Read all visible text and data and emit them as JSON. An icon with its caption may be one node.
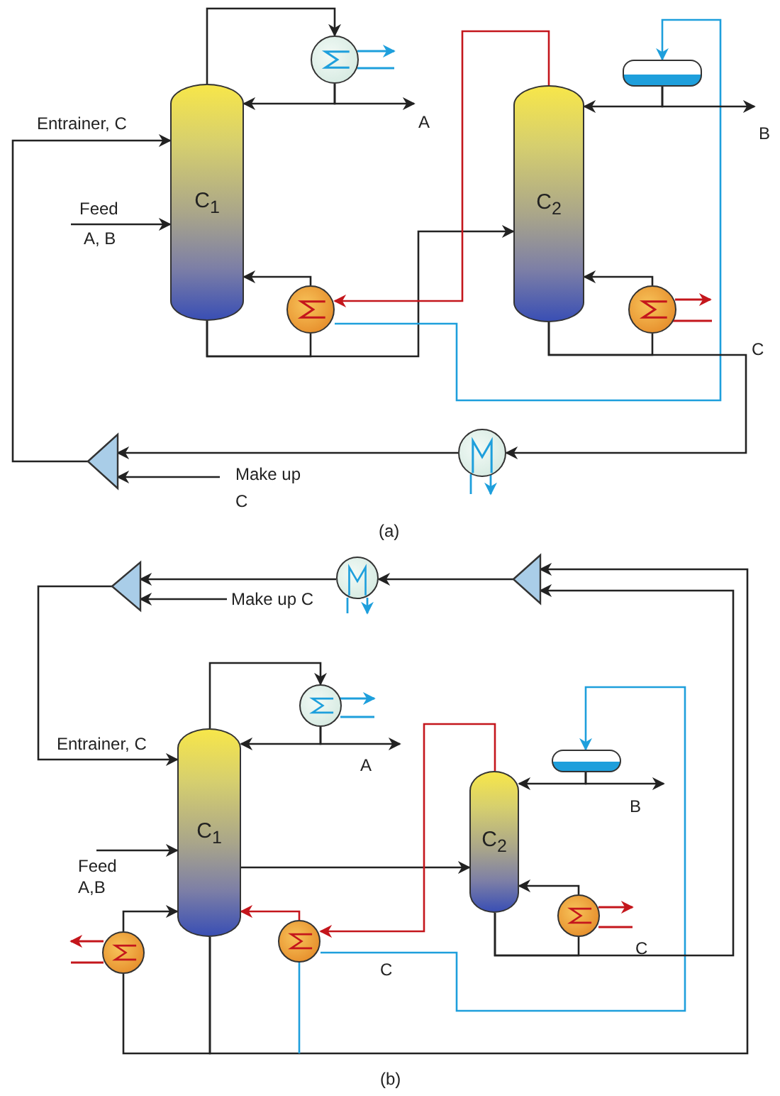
{
  "diagram": {
    "nodes": [
      {
        "text": [
          "C$_{1}$"
        ]
      },
      {
        "text": [],
        "shape": "circle"
      },
      {
        "text": [],
        "shape": "circle"
      },
      {
        "text": [
          "C$_{2}$"
        ]
      },
      {
        "text": [],
        "shape": "drum"
      },
      {
        "text": [],
        "shape": "circle"
      },
      {
        "text": [],
        "shape": "circle"
      },
      {
        "text": [],
        "shape": "triangle"
      },
      {
        "text": [],
        "shape": "triangle"
      },
      {
        "text": [],
        "shape": "circle"
      },
      {
        "text": [],
        "shape": "triangle"
      },
      {
        "text": [
          "C$_{1}$"
        ]
      },
      {
        "text": [],
        "shape": "circle"
      },
      {
        "text": [
          "C$_{2}$"
        ]
      },
      {
        "text": [],
        "shape": "drum"
      },
      {
        "text": [],
        "shape": "circle"
      },
      {
        "text": [],
        "shape": "circle"
      },
      {
        "text": [],
        "shape": "circle"
      },
      {
        "text": [
          "A"
        ]
      },
      {
        "text": [
          "B"
        ]
      },
      {
        "text": [
          "Feed",
          "A, B"
        ]
      },
      {
        "text": [
          "Make up",
          "C"
        ]
      },
      {
        "text": [
          "Make up C"
        ]
      },
      {
        "text": [
          "A"
        ]
      },
      {
        "text": [
          "B"
        ]
      },
      {
        "text": [
          "Feed",
          "A,B"
        ]
      }
    ],
    "edges": [
      {
        "from": 0,
        "to": 1,
        "arrow": "to"
      },
      {
        "from": 1,
        "to": 0,
        "arrow": "to"
      },
      {
        "from": 1,
        "to": 18,
        "arrow": "to"
      },
      {
        "from": 7,
        "to": 0,
        "arrow": "to"
      },
      {
        "from": 20,
        "to": 0,
        "arrow": "to"
      },
      {
        "from": 0,
        "to": 2,
        "arrow": "none"
      },
      {
        "from": 2,
        "to": 0,
        "arrow": "to"
      },
      {
        "from": 0,
        "to": 3,
        "arrow": "to"
      },
      {
        "from": 3,
        "to": 2,
        "arrow": "to",
        "color": "#c4161c"
      },
      {
        "from": 2,
        "to": 4,
        "arrow": "to",
        "color": "#1e9fdc"
      },
      {
        "from": 4,
        "to": 3,
        "arrow": "to"
      },
      {
        "from": 4,
        "to": 19,
        "arrow": "to"
      },
      {
        "from": 3,
        "to": 5,
        "arrow": "none"
      },
      {
        "from": 5,
        "to": 3,
        "arrow": "to"
      },
      {
        "from": 3,
        "to": 6,
        "arrow": "to"
      },
      {
        "from": 6,
        "to": 7,
        "arrow": "to"
      },
      {
        "from": 21,
        "to": 7,
        "arrow": "to"
      },
      {
        "from": 10,
        "to": 9,
        "arrow": "to"
      },
      {
        "from": 9,
        "to": 8,
        "arrow": "to"
      },
      {
        "from": 22,
        "to": 8,
        "arrow": "to"
      },
      {
        "from": 8,
        "to": 11,
        "arrow": "to"
      },
      {
        "from": 11,
        "to": 12,
        "arrow": "to"
      },
      {
        "from": 12,
        "to": 11,
        "arrow": "to"
      },
      {
        "from": 12,
        "to": 23,
        "arrow": "to"
      },
      {
        "from": 25,
        "to": 11,
        "arrow": "to"
      },
      {
        "from": 11,
        "to": 13,
        "arrow": "to"
      },
      {
        "from": 13,
        "to": 16,
        "arrow": "to",
        "color": "#c4161c"
      },
      {
        "from": 16,
        "to": 11,
        "arrow": "to",
        "color": "#c4161c"
      },
      {
        "from": 15,
        "to": 11,
        "arrow": "to"
      },
      {
        "from": 11,
        "to": 15,
        "arrow": "none"
      },
      {
        "from": 11,
        "to": 10,
        "arrow": "to"
      },
      {
        "from": 16,
        "to": 14,
        "arrow": "to",
        "color": "#1e9fdc"
      },
      {
        "from": 16,
        "to": null,
        "arrow": "none",
        "color": "#1e9fdc"
      },
      {
        "from": 14,
        "to": 13,
        "arrow": "to"
      },
      {
        "from": 14,
        "to": 24,
        "arrow": "to"
      },
      {
        "from": 17,
        "to": 13,
        "arrow": "to"
      },
      {
        "from": 13,
        "to": 17,
        "arrow": "none"
      },
      {
        "from": 13,
        "to": 10,
        "arrow": "to"
      }
    ],
    "labels": [
      "Entrainer, C",
      "C",
      "(a)",
      "Entrainer, C",
      "C",
      "C",
      "(b)"
    ]
  }
}
